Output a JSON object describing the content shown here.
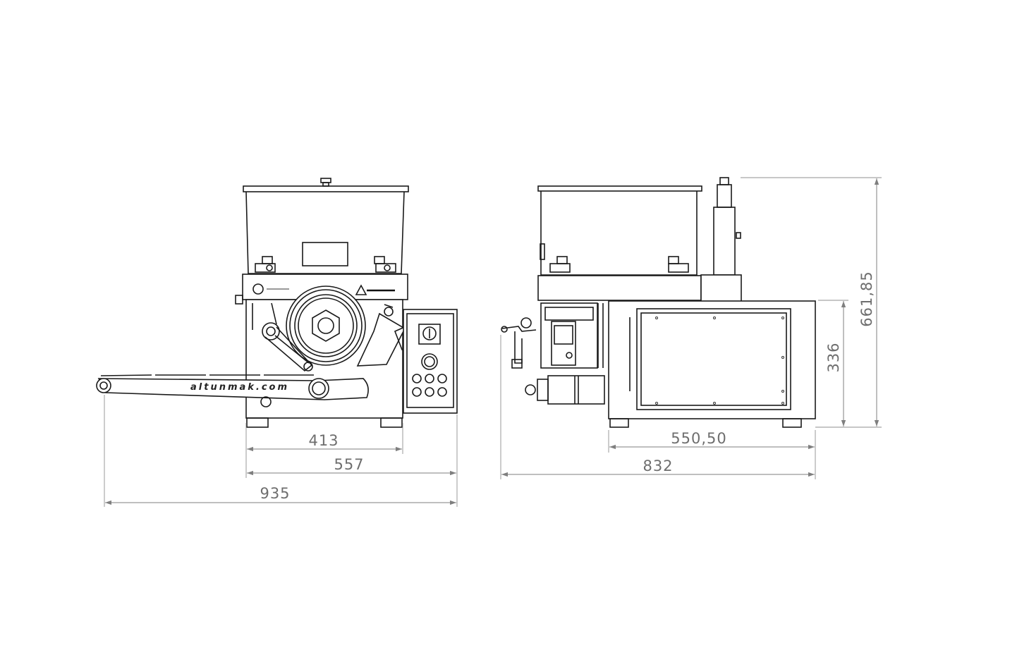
{
  "drawing": {
    "front_view": {
      "conveyor_text": "altunmak.com"
    },
    "dimensions": [
      {
        "id": "front-inner-width",
        "label": "413"
      },
      {
        "id": "front-body-width",
        "label": "557"
      },
      {
        "id": "front-total-width",
        "label": "935"
      },
      {
        "id": "side-body-depth",
        "label": "550,50"
      },
      {
        "id": "side-total-depth",
        "label": "832"
      },
      {
        "id": "side-body-height",
        "label": "336"
      },
      {
        "id": "side-total-height",
        "label": "661,85"
      }
    ]
  }
}
